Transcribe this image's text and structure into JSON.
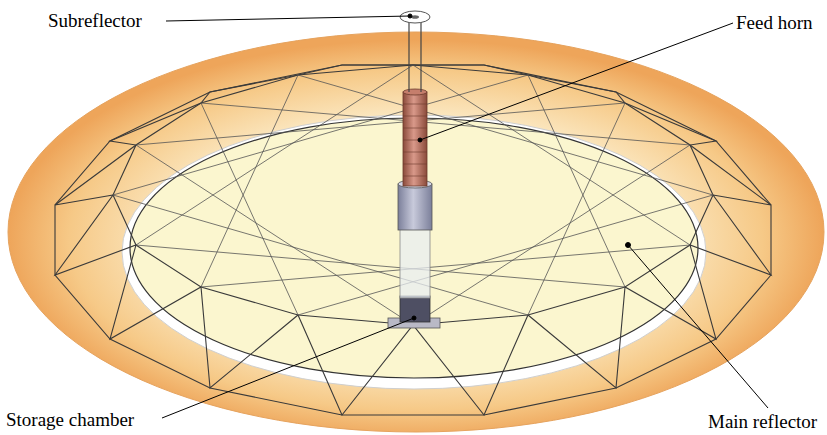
{
  "diagram": {
    "labels": [
      "Subreflector",
      "Feed horn",
      "Storage chamber",
      "Main reflector"
    ]
  }
}
